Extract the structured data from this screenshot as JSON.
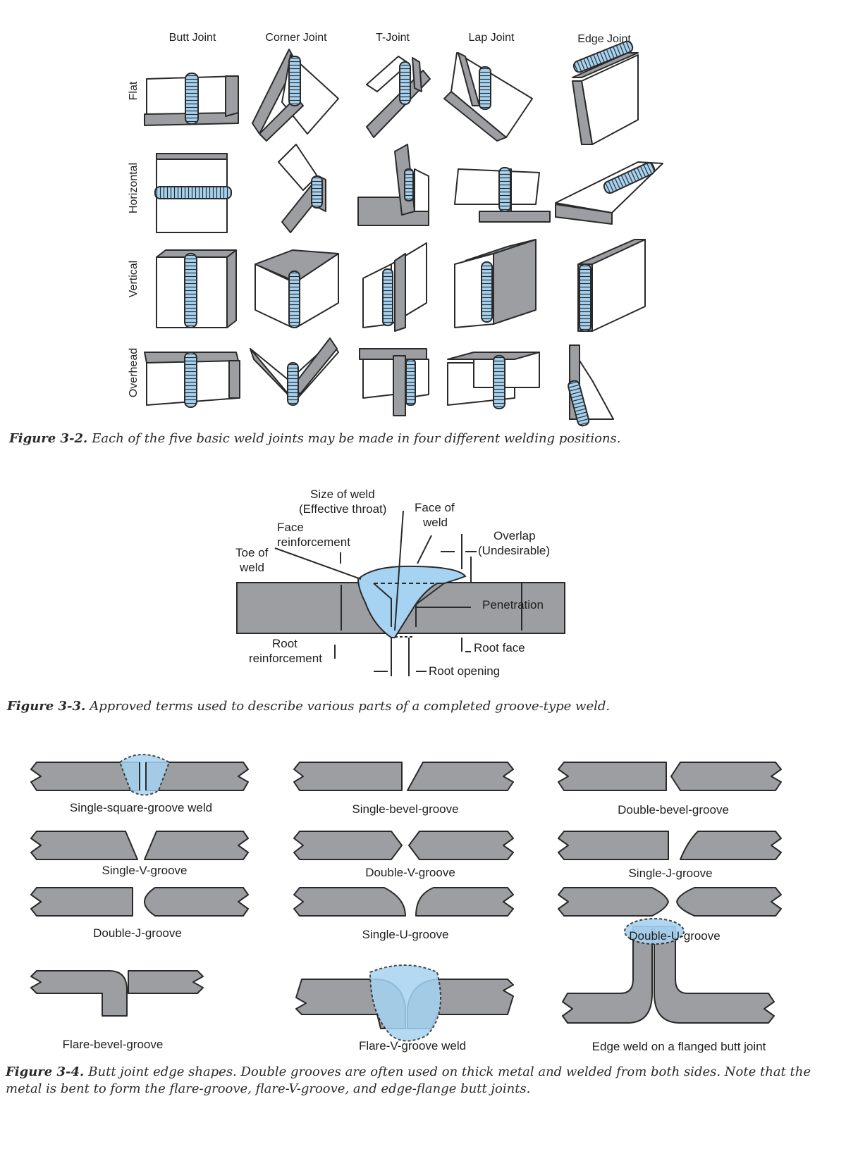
{
  "fig2": {
    "columns": [
      "Butt Joint",
      "Corner Joint",
      "T-Joint",
      "Lap Joint",
      "Edge Joint"
    ],
    "rows": [
      "Flat",
      "Horizontal",
      "Vertical",
      "Overhead"
    ],
    "caption_label": "Figure 3-2.",
    "caption_text": "Each of the five basic weld joints may be made in four different welding positions."
  },
  "fig3": {
    "labels": {
      "size_of_weld": "Size of weld",
      "effective_throat": "(Effective throat)",
      "face_of": "Face of",
      "weld_1": "weld",
      "face": "Face",
      "reinforcement": "reinforcement",
      "overlap": "Overlap",
      "undesirable": "(Undesirable)",
      "toe_of": "Toe of",
      "weld_2": "weld",
      "penetration": "Penetration",
      "root": "Root",
      "root_reinforcement": "reinforcement",
      "root_face": "Root face",
      "root_opening": "Root opening"
    },
    "caption_label": "Figure 3-3.",
    "caption_text": "Approved terms used to describe various parts of a completed groove-type weld."
  },
  "fig4": {
    "shapes": [
      "Single-square-groove weld",
      "Single-bevel-groove",
      "Double-bevel-groove",
      "Single-V-groove",
      "Double-V-groove",
      "Single-J-groove",
      "Double-J-groove",
      "Single-U-groove",
      "Double-U-groove",
      "Flare-bevel-groove",
      "Flare-V-groove weld",
      "Edge weld on a flanged butt joint"
    ],
    "caption_label": "Figure 3-4.",
    "caption_line1": "Butt joint edge shapes. Double grooves are often used on thick metal and welded from both sides. Note that the",
    "caption_line2": "metal is bent to form the flare-groove, flare-V-groove, and edge-flange butt joints."
  },
  "colors": {
    "metal": "#9c9ea1",
    "weld": "#a6d3f2",
    "outline": "#2a2a2a",
    "metal_light": "#ffffff"
  }
}
